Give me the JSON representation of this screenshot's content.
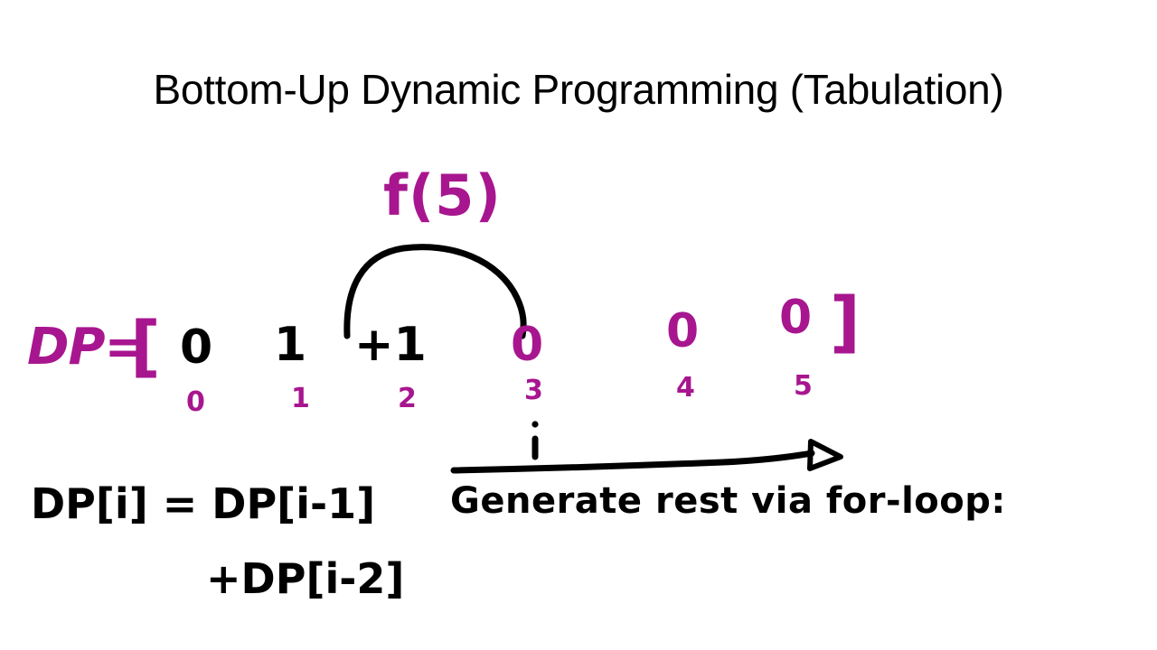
{
  "slide": {
    "title": "Bottom-Up Dynamic Programming (Tabulation)",
    "background_color": "#FFFFFF",
    "ink_color": "#000000",
    "highlight_color": "#A8168F"
  },
  "annotation": {
    "function_call": "f(5)",
    "arc_label_note": "arc from index 2 to index 3"
  },
  "array": {
    "name": "DP=",
    "bracket_open": "[",
    "bracket_close": "]",
    "cells": [
      {
        "index": "0",
        "value": "0",
        "value_color": "#000000",
        "index_color": "#A8168F"
      },
      {
        "index": "1",
        "value": "1",
        "value_color": "#000000",
        "index_color": "#A8168F"
      },
      {
        "index": "2",
        "value": "+1",
        "value_color": "#000000",
        "index_color": "#A8168F"
      },
      {
        "index": "3",
        "value": "0",
        "value_color": "#A8168F",
        "index_color": "#A8168F"
      },
      {
        "index": "4",
        "value": "0",
        "value_color": "#A8168F",
        "index_color": "#A8168F"
      },
      {
        "index": "5",
        "value": "0",
        "value_color": "#A8168F",
        "index_color": "#A8168F"
      }
    ]
  },
  "pointer": {
    "label": "i",
    "points_to_index": "3"
  },
  "formula": {
    "line1": "DP[i] = DP[i-1]",
    "line2": "+DP[i-2]"
  },
  "caption": {
    "text": "Generate rest via for-loop:"
  }
}
